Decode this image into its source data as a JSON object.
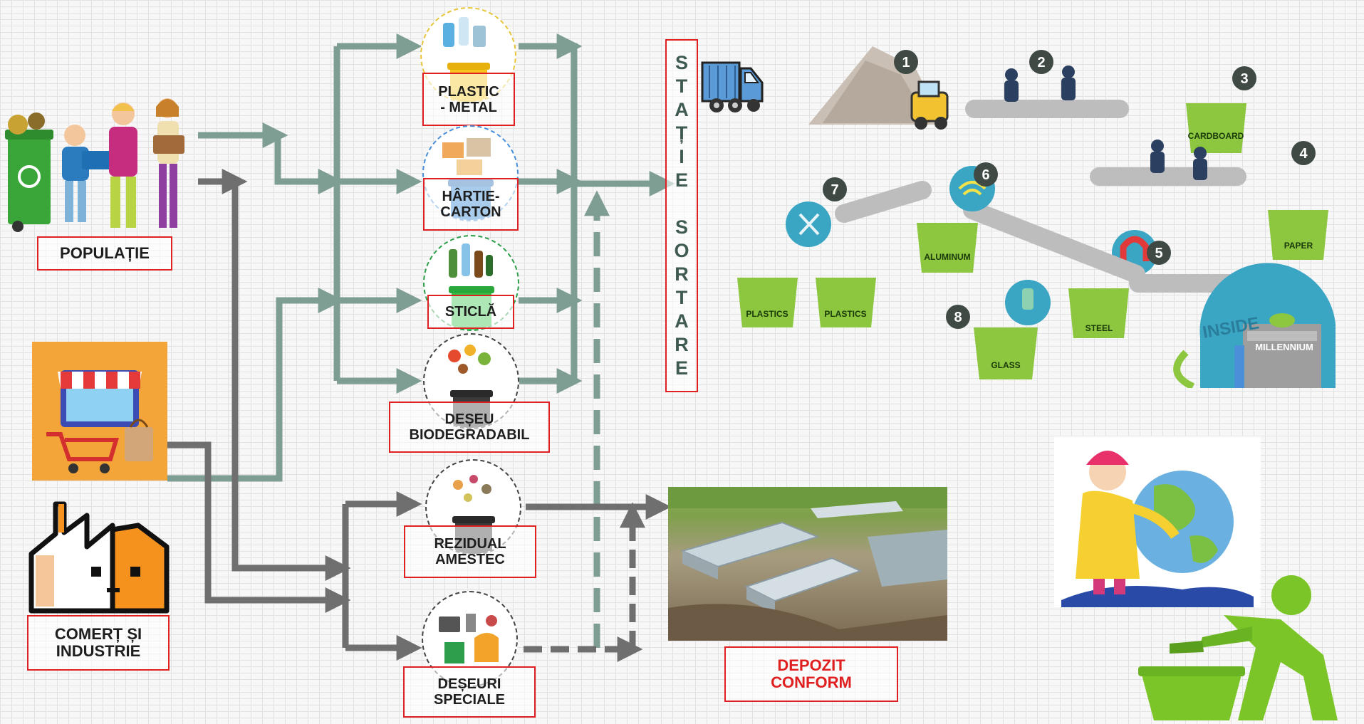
{
  "sources": {
    "population": "POPULAȚIE",
    "commerce": "COMERȚ ȘI\nINDUSTRIE"
  },
  "streams": {
    "plastic_metal": "PLASTIC\n- METAL",
    "paper_cardboard": "HÂRTIE-\nCARTON",
    "glass": "STICLĂ",
    "biodegradable": "DEȘEU\nBIODEGRADABIL",
    "residual": "REZIDUAL\nAMESTEC",
    "special": "DEȘEURI\nSPECIALE"
  },
  "sorting_station": [
    "S",
    "T",
    "A",
    "Ț",
    "I",
    "E",
    " ",
    "S",
    "O",
    "R",
    "T",
    "A",
    "R",
    "E"
  ],
  "landfill": "DEPOZIT\nCONFORM",
  "recycling_steps": [
    "1",
    "2",
    "3",
    "4",
    "5",
    "6",
    "7",
    "8"
  ],
  "recycling_bins": {
    "cardboard": "CARDBOARD",
    "paper": "PAPER",
    "aluminum": "ALUMINUM",
    "plastics_1": "PLASTICS",
    "plastics_2": "PLASTICS",
    "steel": "STEEL",
    "glass": "GLASS"
  },
  "facility": {
    "inside": "INSIDE",
    "name": "MILLENNIUM"
  },
  "colors": {
    "recyclable_arrow": "#7f9e93",
    "residual_arrow": "#6f6f6f",
    "label_border": "#e02020",
    "landfill_text": "#e02020",
    "bin_green": "#8dc63f",
    "step_badge": "#3f4a45"
  }
}
